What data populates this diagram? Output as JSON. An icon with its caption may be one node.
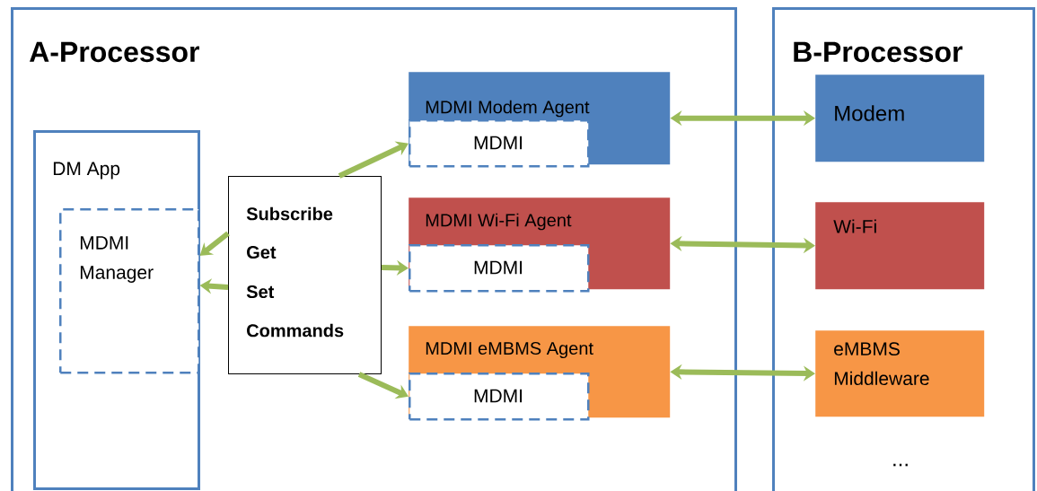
{
  "diagram": {
    "nodes": [
      {
        "text": [
          "A-Processor"
        ]
      },
      {
        "text": [
          "DM App"
        ],
        "in": 0
      },
      {
        "text": [
          "MDMI Manager"
        ],
        "in": 1
      },
      {
        "text": [
          "Subscribe",
          "Get",
          "Set",
          "Commands"
        ],
        "in": 0
      },
      {
        "text": [
          "MDMI Modem Agent"
        ],
        "in": 0
      },
      {
        "text": [
          "MDMI"
        ],
        "in": 4
      },
      {
        "text": [
          "MDMI Wi-Fi Agent"
        ],
        "in": 0
      },
      {
        "text": [
          "MDMI"
        ],
        "in": 6
      },
      {
        "text": [
          "MDMI eMBMS Agent"
        ],
        "in": 0
      },
      {
        "text": [
          "MDMI"
        ],
        "in": 8
      },
      {
        "text": [
          "B-Processor"
        ]
      },
      {
        "text": [
          "Modem"
        ],
        "in": 10
      },
      {
        "text": [
          "Wi-Fi"
        ],
        "in": 10
      },
      {
        "text": [
          "eMBMS Middleware"
        ],
        "in": 10
      }
    ],
    "edges": [
      {
        "from": 3,
        "to": 5,
        "arrow": "to"
      },
      {
        "from": 3,
        "to": 2,
        "arrow": "to"
      },
      {
        "from": 3,
        "to": 2,
        "arrow": "to"
      },
      {
        "from": 3,
        "to": 7,
        "arrow": "to"
      },
      {
        "from": 3,
        "to": 9,
        "arrow": "to"
      },
      {
        "from": 4,
        "to": 11,
        "arrow": "both"
      },
      {
        "from": 6,
        "to": 12,
        "arrow": "both"
      },
      {
        "from": 8,
        "to": 13,
        "arrow": "both"
      }
    ],
    "labels": [
      "..."
    ]
  }
}
